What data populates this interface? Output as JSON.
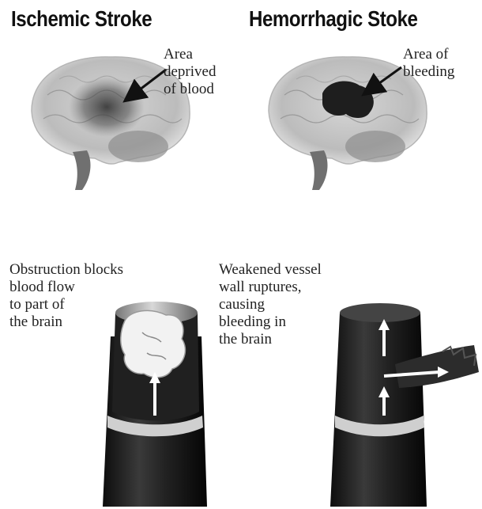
{
  "ischemic": {
    "title": "Ischemic Stroke",
    "brain_label": [
      "Area",
      "deprived",
      "of blood"
    ],
    "vessel_label": [
      "Obstruction blocks",
      "blood flow",
      "to part of",
      "the brain"
    ]
  },
  "hemorrhagic": {
    "title": "Hemorrhagic Stoke",
    "brain_label": [
      "Area of",
      "bleeding"
    ],
    "vessel_label": [
      "Weakened vessel",
      "wall ruptures,",
      "causing",
      "bleeding in",
      "the brain"
    ]
  },
  "colors": {
    "text": "#111111",
    "vessel": "#1a1a1a",
    "brain": "#bdbdbd",
    "affected_area": "#2a2a2a",
    "background": "#ffffff"
  }
}
